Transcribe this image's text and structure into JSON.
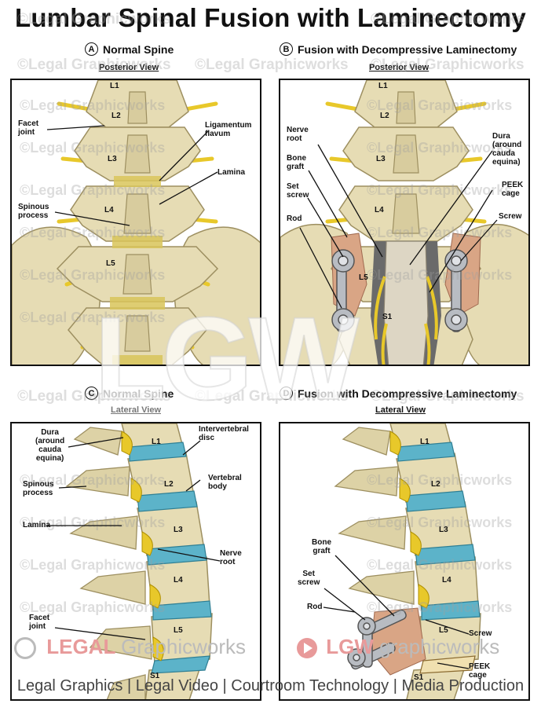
{
  "title": "Lumbar Spinal Fusion with Laminectomy",
  "watermark": "©Legal Graphicworks",
  "panels": {
    "a": {
      "letter": "A",
      "heading": "Normal Spine",
      "view": "Posterior View",
      "levels": [
        "L1",
        "L2",
        "L3",
        "L4",
        "L5"
      ],
      "labels": {
        "facet": "Facet\njoint",
        "ligamentum": "Ligamentum\nflavum",
        "lamina": "Lamina",
        "spinous": "Spinous\nprocess"
      }
    },
    "b": {
      "letter": "B",
      "heading": "Fusion with Decompressive Laminectomy",
      "view": "Posterior View",
      "levels": [
        "L1",
        "L2",
        "L3",
        "L4",
        "L5",
        "S1"
      ],
      "labels": {
        "nerve": "Nerve\nroot",
        "bone": "Bone\ngraft",
        "set": "Set\nscrew",
        "rod": "Rod",
        "dura": "Dura\n(around\ncauda\nequina)",
        "peek": "PEEK\ncage",
        "screw": "Screw"
      }
    },
    "c": {
      "letter": "C",
      "heading": "Normal Spine",
      "view": "Lateral View",
      "levels": [
        "L1",
        "L2",
        "L3",
        "L4",
        "L5",
        "S1"
      ],
      "labels": {
        "dura": "Dura\n(around\ncauda\nequina)",
        "disc": "Intervertebral\ndisc",
        "spinous": "Spinous\nprocess",
        "body": "Vertebral\nbody",
        "lamina": "Lamina",
        "nerve": "Nerve\nroot",
        "facet": "Facet\njoint"
      }
    },
    "d": {
      "letter": "D",
      "heading": "Fusion with Decompressive Laminectomy",
      "view": "Lateral View",
      "levels": [
        "L1",
        "L2",
        "L3",
        "L4",
        "L5",
        "S1"
      ],
      "labels": {
        "bone": "Bone\ngraft",
        "set": "Set\nscrew",
        "rod": "Rod",
        "screw": "Screw",
        "peek": "PEEK\ncage"
      }
    }
  },
  "big_watermark": "LGW",
  "footer_logo_left": "LEGAL",
  "footer_logo_left2": "Graphicworks",
  "footer_logo_right": "LGW",
  "footer_logo_right2": "graphicworks",
  "footer": "Legal Graphics | Legal Video | Courtroom Technology | Media Production",
  "colors": {
    "bone": "#e6dcb4",
    "bone_dark": "#b9aa78",
    "nerve": "#e8c82a",
    "disc": "#5cb3c9",
    "hardware": "#b8bcc2",
    "graft": "#d9a585",
    "dura": "#ddd6c4"
  }
}
